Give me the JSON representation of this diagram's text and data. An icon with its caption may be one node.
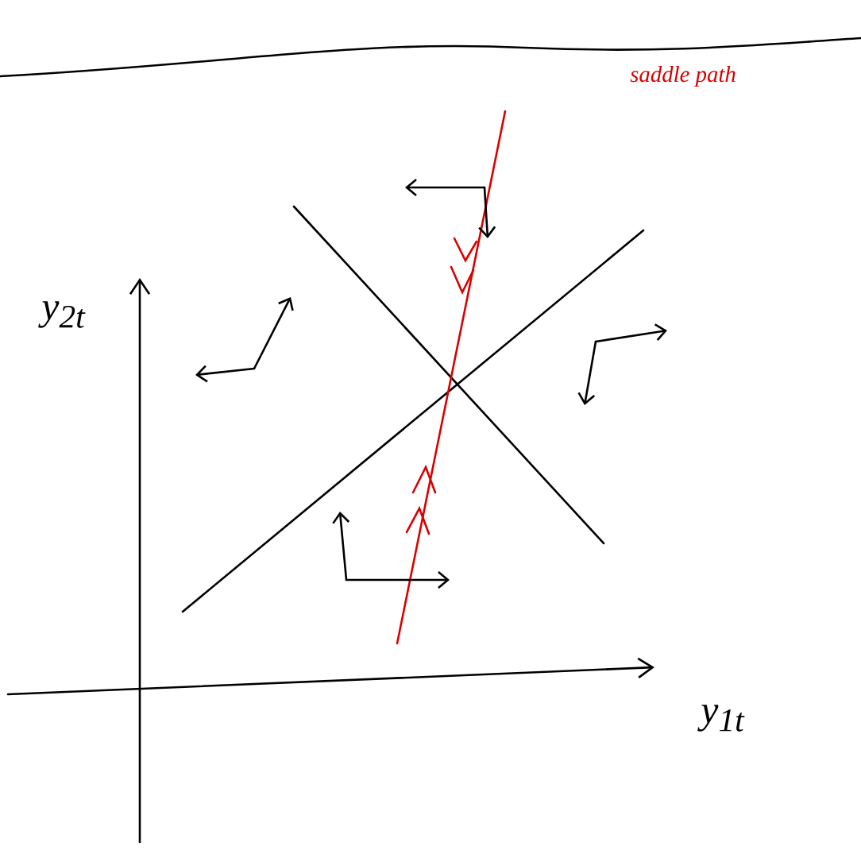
{
  "diagram": {
    "labels": [
      "saddle path",
      "y$_{2t}$",
      "y$_{1t}$"
    ]
  }
}
